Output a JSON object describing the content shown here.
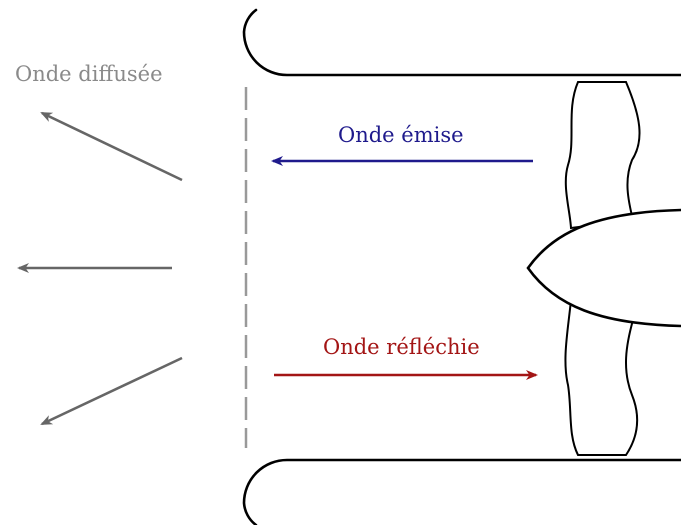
{
  "labels": {
    "scattered_wave": "Onde diffusée",
    "emitted_wave": "Onde émise",
    "reflected_wave": "Onde réfléchie"
  },
  "colors": {
    "scattered": "#8a8a8a",
    "scattered_arrow": "#666666",
    "emitted": "#1f1a8c",
    "reflected": "#a31515",
    "outline": "#000000",
    "plane": "#999999"
  }
}
